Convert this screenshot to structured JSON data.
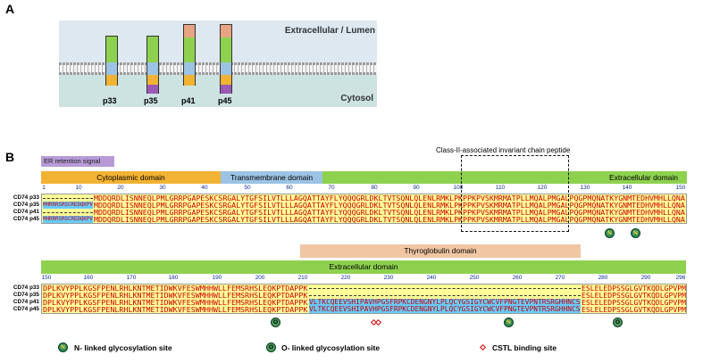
{
  "panel_a": {
    "letter": "A",
    "extracellular_label": "Extracellular / Lumen",
    "cytosol_label": "Cytosol",
    "isoforms": [
      "p33",
      "p35",
      "p41",
      "p45"
    ]
  },
  "panel_b": {
    "letter": "B",
    "er_signal_label": "ER retention signal",
    "class2_label": "Class-II-associated invariant chain peptide",
    "domains_row1": {
      "cytoplasmic": "Cytoplasmic domain",
      "transmembrane": "Transmembrane domain",
      "extracellular": "Extracellular domain"
    },
    "ruler1": [
      "1",
      "10",
      "20",
      "30",
      "40",
      "50",
      "60",
      "70",
      "80",
      "90",
      "100",
      "110",
      "120",
      "130",
      "140",
      "150"
    ],
    "seq_rows1": [
      {
        "label": "CD74 p33",
        "prefix": "",
        "main": "MDDQRDLISNNEQLPMLGRRPGAPESKCSRGALYTGFSILVTLLLAGQATTAYFLYQQQGRLDKLTVTSQNLQLENLRMKLPKPPKPVSKMRMATPLLMQALPMGALPQGPMQNATKYGNMTEDHVMHLLQNA"
      },
      {
        "label": "CD74 p35",
        "prefix": "MHRRRSRSCREDQKPV",
        "main": "MDDQRDLISNNEQLPMLGRRPGAPESKCSRGALYTGFSILVTLLLAGQATTAYFLYQQQGRLDKLTVTSQNLQLENLRMKLPKPPKPVSKMRMATPLLMQALPMGALPQGPMQNATKYGNMTEDHVMHLLQNA"
      },
      {
        "label": "CD74 p41",
        "prefix": "",
        "main": "MDDQRDLISNNEQLPMLGRRPGAPESKCSRGALYTGFSILVTLLLAGQATTAYFLYQQQGRLDKLTVTSQNLQLENLRMKLPKPPKPVSKMRMATPLLMQALPMGALPQGPMQNATKYGNMTEDHVMHLLQNA"
      },
      {
        "label": "CD74 p45",
        "prefix": "MHRRRSRSCREDQKPV",
        "main": "MDDQRDLISNNEQLPMLGRRPGAPESKCSRGALYTGFSILVTLLLAGQATTAYFLYQQQGRLDKLTVTSQNLQLENLRMKLPKPPKPVSKMRMATPLLMQALPMGALPQGPMQNATKYGNMTEDHVMHLLQNA"
      }
    ],
    "thyroglobulin_label": "Thyroglobulin domain",
    "extracellular2_label": "Extracellular domain",
    "ruler2": [
      "150",
      "160",
      "170",
      "180",
      "190",
      "200",
      "210",
      "220",
      "230",
      "240",
      "250",
      "260",
      "270",
      "280",
      "290",
      "296"
    ],
    "seq_rows2": [
      {
        "label": "CD74 p33",
        "a": "DPLKVYPPLKGSFPENLRHLKNTMETIDWKVFESWMHHWLLFEMSRHSLEQKPTDAPPK",
        "b": "",
        "c": "ESLELEDPSSGLGVTKQDLGPVPM"
      },
      {
        "label": "CD74 p35",
        "a": "DPLKVYPPLKGSFPENLRHLKNTMETIDWKVFESWMHHWLLFEMSRHSLEQKPTDAPPK",
        "b": "",
        "c": "ESLELEDPSSGLGVTKQDLGPVPM"
      },
      {
        "label": "CD74 p41",
        "a": "DPLKVYPPLKGSFPENLRHLKNTMETIDWKVFESWMHHWLLFEMSRHSLEQKPTDAPPK",
        "b": "VLTKCQEEVSHIPAVHPGSFRPKCDENGNYLPLQCYGSIGYCWCVFPNGTEVPNTRSRGHHNCS",
        "c": "ESLELEDPSSGLGVTKQDLGPVPM"
      },
      {
        "label": "CD74 p45",
        "a": "DPLKVYPPLKGSFPENLRHLKNTMETIDWKVFESWMHHWLLFEMSRHSLEQKPTDAPPK",
        "b": "VLTKCQEEVSHIPAVHPGSFRPKCDENGNYLPLQCYGSIGYCWCVFPNGTEVPNTRSRGHHNCS",
        "c": "ESLELEDPSSGLGVTKQDLGPVPM"
      }
    ],
    "legend": {
      "n_glyc": "N- linked glycosylation site",
      "o_glyc": "O- linked glycosylation site",
      "cstl": "CSTL binding site",
      "n_symbol": "N",
      "o_symbol": "O"
    }
  },
  "colors": {
    "green": "#8ed14f",
    "orange": "#f2b233",
    "blue": "#9cc3e4",
    "purple": "#9b59b6",
    "salmon": "#e8a383",
    "seq_bg": "#ffff99",
    "prefix_bg": "#66ccff",
    "seq_text": "#cc0000"
  }
}
